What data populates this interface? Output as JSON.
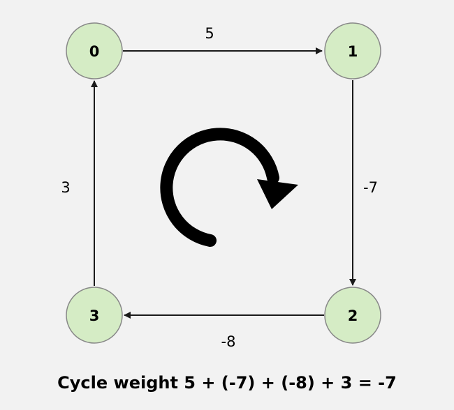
{
  "nodes": [
    {
      "id": "0",
      "label": "0"
    },
    {
      "id": "1",
      "label": "1"
    },
    {
      "id": "2",
      "label": "2"
    },
    {
      "id": "3",
      "label": "3"
    }
  ],
  "edges": [
    {
      "from": "0",
      "to": "1",
      "weight": "5"
    },
    {
      "from": "1",
      "to": "2",
      "weight": "-7"
    },
    {
      "from": "2",
      "to": "3",
      "weight": "-8"
    },
    {
      "from": "3",
      "to": "0",
      "weight": "3"
    }
  ],
  "colors": {
    "node_fill": "#d5ecc5",
    "node_stroke": "#888888",
    "edge": "#1a1a1a",
    "cycle_arrow": "#000000",
    "background": "#f2f2f2"
  },
  "cycle_icon": "clockwise-cycle-arrow-icon",
  "caption": "Cycle weight 5 + (-7) + (-8) + 3 = -7"
}
